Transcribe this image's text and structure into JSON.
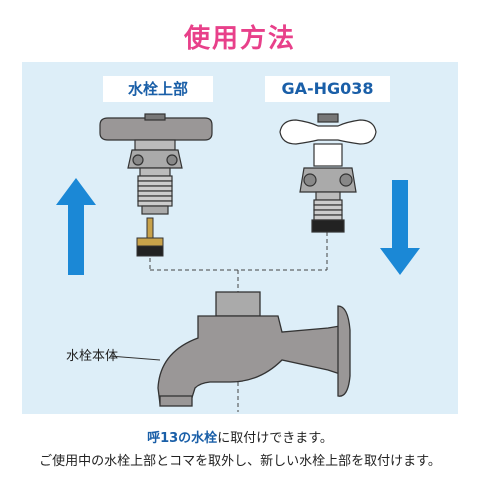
{
  "title": "使用方法",
  "labels": {
    "left_part": "水栓上部",
    "right_part": "GA-HG038",
    "faucet_body": "水栓本体"
  },
  "caption": {
    "line1_highlight": "呼13の水栓",
    "line1_rest": "に取付けできます。",
    "line2": "ご使用中の水栓上部とコマを取外し、新しい水栓上部を取付けます。"
  },
  "colors": {
    "title": "#e8408a",
    "panel": "#ddeef8",
    "arrow": "#1b88d6",
    "label_text": "#1a5fa8",
    "metal": "#9a9797"
  }
}
